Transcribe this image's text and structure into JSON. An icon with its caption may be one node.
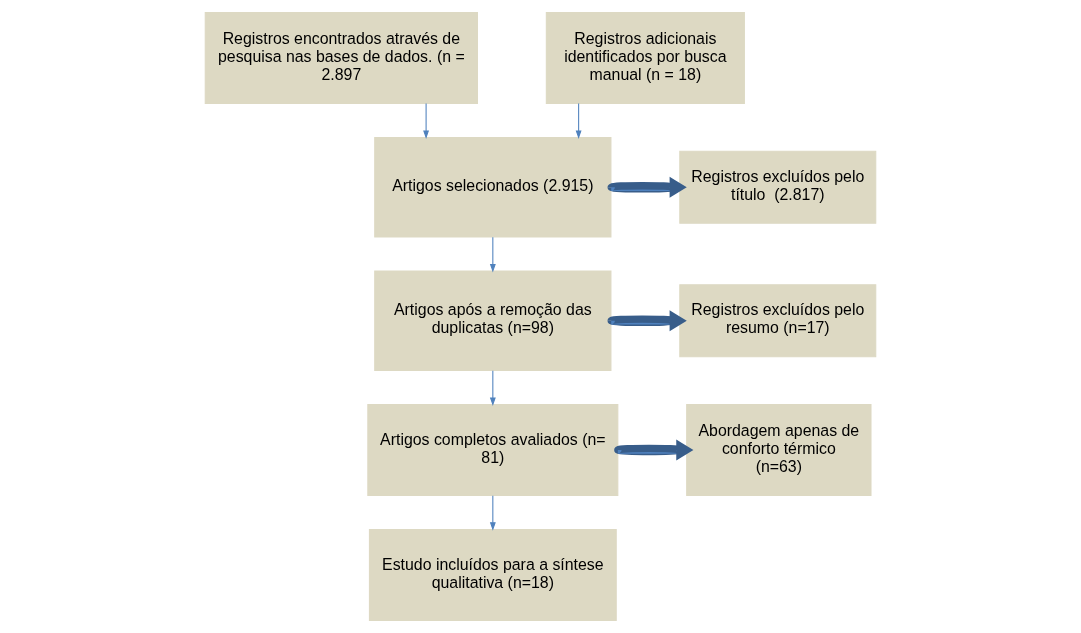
{
  "diagram": {
    "nodes": [
      {
        "text": [
          "Registros encontrados através de pesquisa nas bases de dados. (n =  2.897"
        ]
      },
      {
        "text": [
          "Registros adicionais identificados por busca manual (n = 18)"
        ]
      },
      {
        "text": [
          "Artigos selecionados (2.915)"
        ]
      },
      {
        "text": [
          "Registros excluídos pelo título  (2.817)"
        ]
      },
      {
        "text": [
          "Artigos após a remoção das duplicatas (n=98)"
        ]
      },
      {
        "text": [
          "Registros excluídos pelo resumo (n=17)"
        ]
      },
      {
        "text": [
          "Artigos completos avaliados (n= 81)"
        ]
      },
      {
        "text": [
          "Abordagem apenas de conforto térmico (n=63)"
        ]
      },
      {
        "text": [
          "Estudo incluídos para a síntese qualitativa (n=18)"
        ]
      }
    ],
    "edges": [
      {
        "from": 0,
        "to": 2,
        "arrow": "to"
      },
      {
        "from": 1,
        "to": 2,
        "arrow": "to"
      },
      {
        "from": 2,
        "to": 3,
        "arrow": "to",
        "style": "thick"
      },
      {
        "from": 2,
        "to": 4,
        "arrow": "to"
      },
      {
        "from": 4,
        "to": 5,
        "arrow": "to",
        "style": "thick"
      },
      {
        "from": 4,
        "to": 6,
        "arrow": "to"
      },
      {
        "from": 6,
        "to": 7,
        "arrow": "to",
        "style": "thick"
      },
      {
        "from": 6,
        "to": 8,
        "arrow": "to"
      }
    ]
  }
}
